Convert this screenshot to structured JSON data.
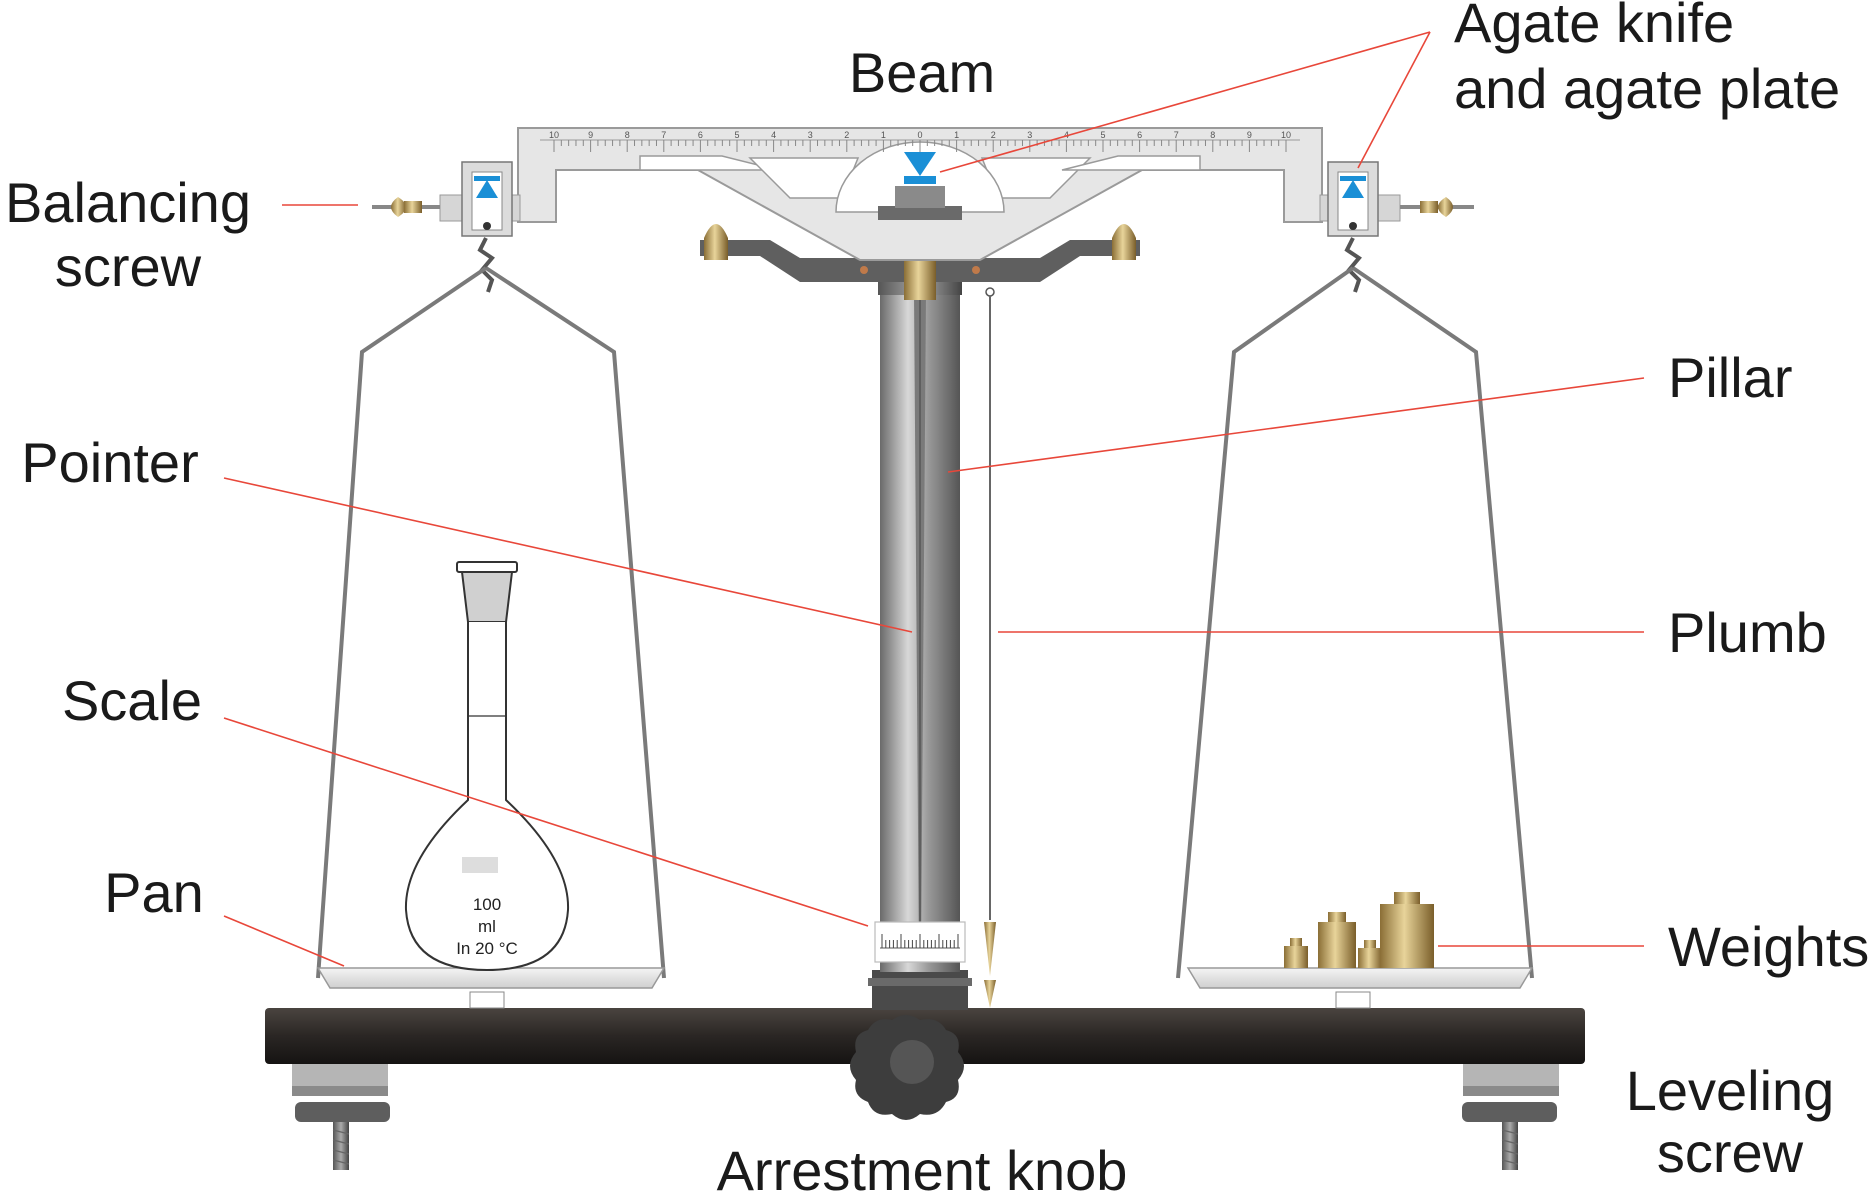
{
  "labels": {
    "beam": "Beam",
    "agate_line1": "Agate knife",
    "agate_line2": "and agate plate",
    "balancing_line1": "Balancing",
    "balancing_line2": "screw",
    "pillar": "Pillar",
    "pointer": "Pointer",
    "plumb": "Plumb",
    "scale": "Scale",
    "pan": "Pan",
    "weights": "Weights",
    "leveling_line1": "Leveling",
    "leveling_line2": "screw",
    "arrestment_knob": "Arrestment knob"
  },
  "beam_scale_ticks": [
    "10",
    "9",
    "8",
    "7",
    "6",
    "5",
    "4",
    "3",
    "2",
    "1",
    "0",
    "1",
    "2",
    "3",
    "4",
    "5",
    "6",
    "7",
    "8",
    "9",
    "10"
  ],
  "flask": {
    "volume": "100",
    "unit": "ml",
    "calibration": "In 20 °C"
  },
  "colors": {
    "leader_line": "#e8473a",
    "knife_blue": "#1a8fd6",
    "brass": "#b8964e",
    "base_dark": "#2a2624",
    "beam_fill": "#e6e6e6"
  }
}
